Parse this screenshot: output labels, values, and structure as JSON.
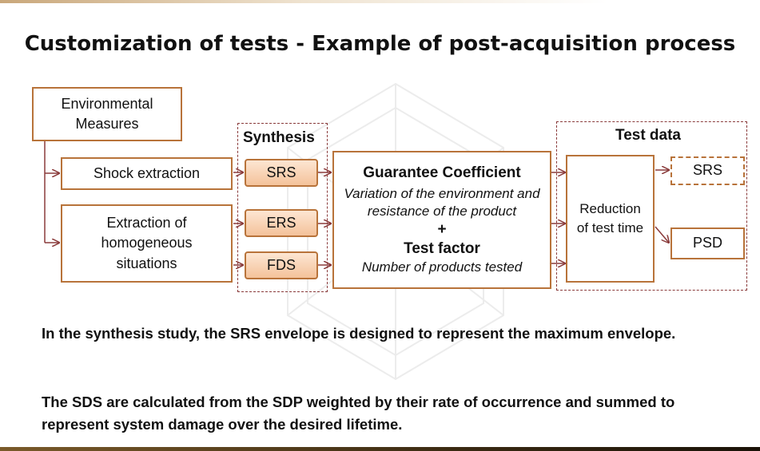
{
  "title": "Customization of tests - Example of post-acquisition process",
  "diagram": {
    "env_measures": "Environmental Measures",
    "shock_extraction": "Shock extraction",
    "extraction_homogeneous": "Extraction of homogeneous situations",
    "synthesis_label": "Synthesis",
    "srs": "SRS",
    "ers": "ERS",
    "fds": "FDS",
    "guarantee_title": "Guarantee Coefficient",
    "guarantee_desc": "Variation of the environment and resistance of the product",
    "plus": "+",
    "test_factor_title": "Test factor",
    "test_factor_desc": "Number of products tested",
    "test_data_label": "Test data",
    "reduction": "Reduction of test time",
    "out_srs": "SRS",
    "out_psd": "PSD"
  },
  "paragraphs": {
    "p1": "In the synthesis study, the SRS envelope is designed to represent the maximum envelope.",
    "p2": "The SDS are calculated from the SDP weighted by their rate of occurrence and summed to represent system damage over the desired lifetime."
  },
  "colors": {
    "box_border": "#b8733a",
    "arrow": "#8a3b3b",
    "pill_fill": "#f4c29a"
  }
}
